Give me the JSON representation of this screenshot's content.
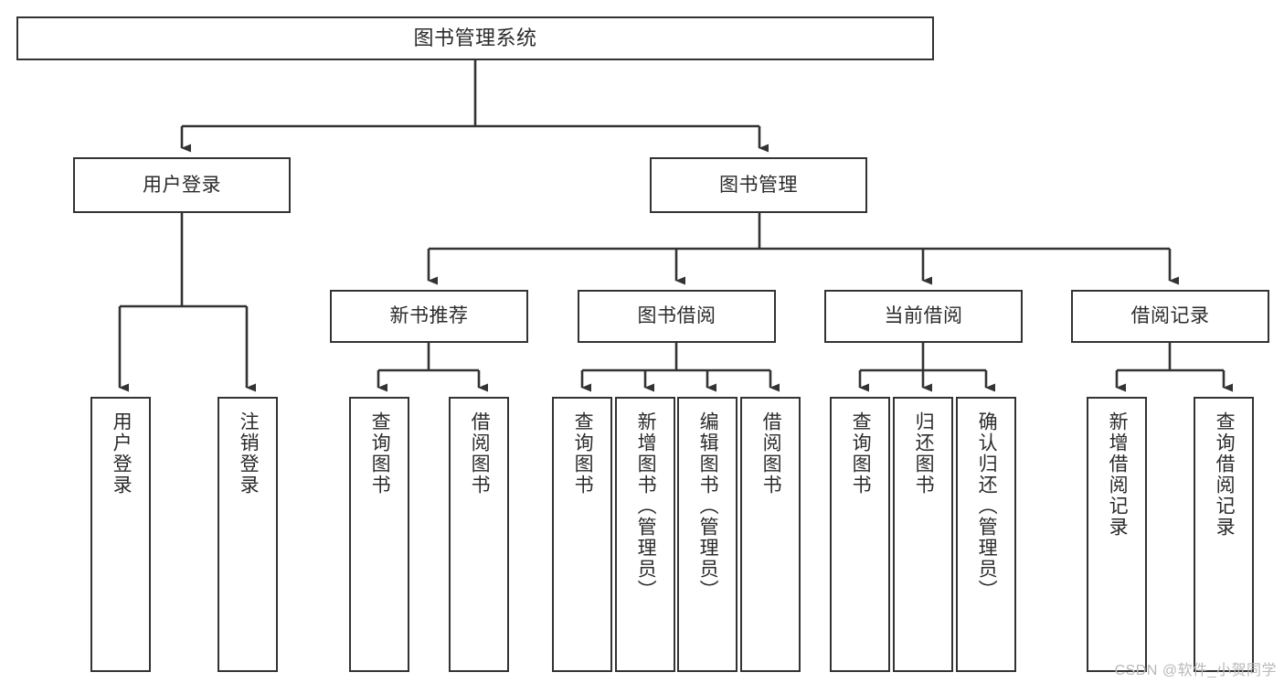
{
  "diagram": {
    "type": "tree",
    "title": "图书管理系统",
    "root": {
      "id": "root",
      "label": "图书管理系统"
    },
    "level1": [
      {
        "id": "user-login",
        "label": "用户登录"
      },
      {
        "id": "book-manage",
        "label": "图书管理"
      }
    ],
    "level2": [
      {
        "id": "new-book-recommend",
        "label": "新书推荐",
        "parent": "book-manage"
      },
      {
        "id": "book-borrow",
        "label": "图书借阅",
        "parent": "book-manage"
      },
      {
        "id": "current-borrow",
        "label": "当前借阅",
        "parent": "book-manage"
      },
      {
        "id": "borrow-record",
        "label": "借阅记录",
        "parent": "book-manage"
      }
    ],
    "leaves": [
      {
        "id": "leaf-user-login",
        "label": "用户登录",
        "parent": "user-login"
      },
      {
        "id": "leaf-logout-login",
        "label": "注销登录",
        "parent": "user-login"
      },
      {
        "id": "leaf-query-book-1",
        "label": "查询图书",
        "parent": "new-book-recommend"
      },
      {
        "id": "leaf-borrow-book-1",
        "label": "借阅图书",
        "parent": "new-book-recommend"
      },
      {
        "id": "leaf-query-book-2",
        "label": "查询图书",
        "parent": "book-borrow"
      },
      {
        "id": "leaf-add-book",
        "label": "新增图书（管理员）",
        "parent": "book-borrow"
      },
      {
        "id": "leaf-edit-book",
        "label": "编辑图书（管理员）",
        "parent": "book-borrow"
      },
      {
        "id": "leaf-borrow-book-2",
        "label": "借阅图书",
        "parent": "book-borrow"
      },
      {
        "id": "leaf-query-book-3",
        "label": "查询图书",
        "parent": "current-borrow"
      },
      {
        "id": "leaf-return-book",
        "label": "归还图书",
        "parent": "current-borrow"
      },
      {
        "id": "leaf-confirm-return",
        "label": "确认归还（管理员）",
        "parent": "current-borrow"
      },
      {
        "id": "leaf-add-borrow-record",
        "label": "新增借阅记录",
        "parent": "borrow-record"
      },
      {
        "id": "leaf-query-borrow-record",
        "label": "查询借阅记录",
        "parent": "borrow-record"
      }
    ],
    "colors": {
      "box_border": "#333333",
      "box_fill": "#ffffff",
      "text": "#2b2b2b",
      "connector": "#333333",
      "watermark": "#b9b9b9",
      "background": "#ffffff"
    }
  },
  "watermark": {
    "text": "CSDN @软件_小贺同学"
  }
}
